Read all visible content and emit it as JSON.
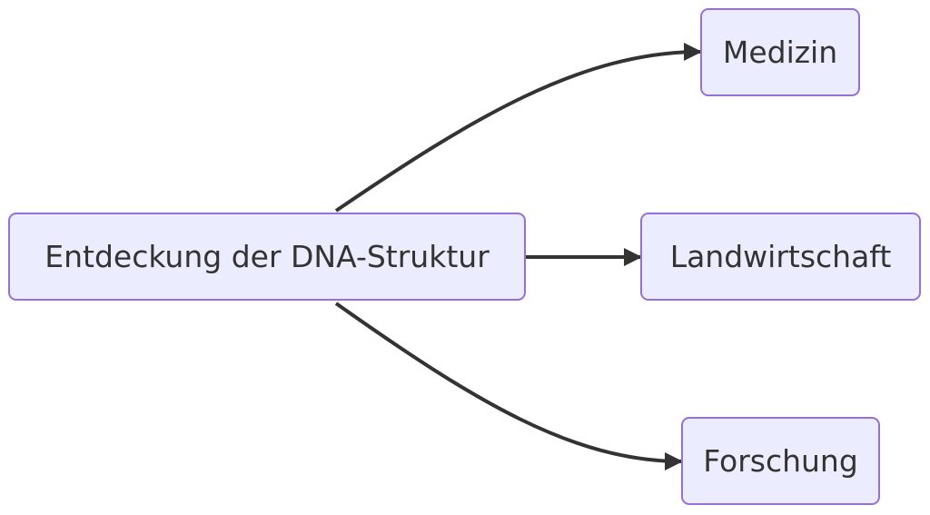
{
  "diagram": {
    "nodes": {
      "root": {
        "label": "Entdeckung der DNA-Struktur"
      },
      "medizin": {
        "label": "Medizin"
      },
      "landwirtschaft": {
        "label": "Landwirtschaft"
      },
      "forschung": {
        "label": "Forschung"
      }
    },
    "edges": [
      {
        "from": "root",
        "to": "medizin"
      },
      {
        "from": "root",
        "to": "landwirtschaft"
      },
      {
        "from": "root",
        "to": "forschung"
      }
    ]
  },
  "colors": {
    "node_fill": "#ececff",
    "node_border": "#9370db",
    "edge": "#333333",
    "text": "#333333"
  }
}
